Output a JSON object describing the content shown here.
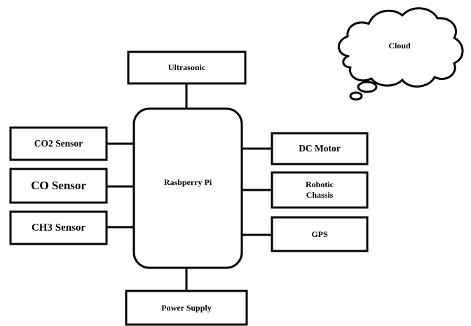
{
  "diagram": {
    "nodes": {
      "cloud": "Cloud",
      "ultrasonic": "Ultrasonic",
      "raspberry_pi": "Rasbperry Pi",
      "co2_sensor": "CO2 Sensor",
      "co_sensor": "CO Sensor",
      "ch3_sensor": "CH3 Sensor",
      "dc_motor": "DC Motor",
      "robotic_chassis": "Robotic\nChassis",
      "gps": "GPS",
      "power_supply": "Power Supply"
    }
  }
}
